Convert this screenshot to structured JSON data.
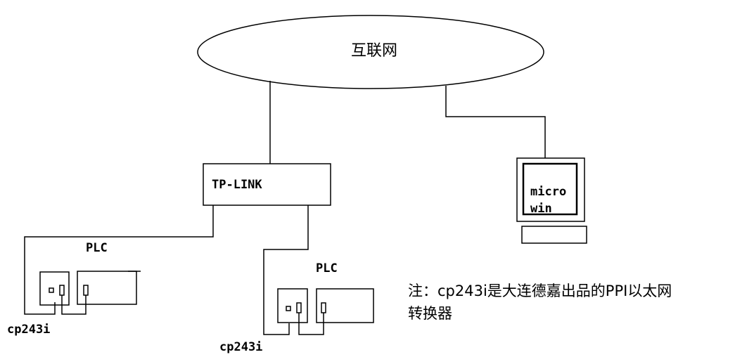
{
  "internet": {
    "label": "互联网"
  },
  "router": {
    "label": "TP-LINK"
  },
  "computer": {
    "line1": "micro",
    "line2": "win"
  },
  "plc_left": {
    "label": "PLC",
    "module": "cp243i"
  },
  "plc_right": {
    "label": "PLC",
    "module": "cp243i"
  },
  "note": {
    "line1": "注：cp243i是大连德嘉出品的PPI以太网",
    "line2": "转换器"
  },
  "colors": {
    "stroke": "#000000",
    "background": "#ffffff",
    "monitor_screen": "#ffffff"
  }
}
